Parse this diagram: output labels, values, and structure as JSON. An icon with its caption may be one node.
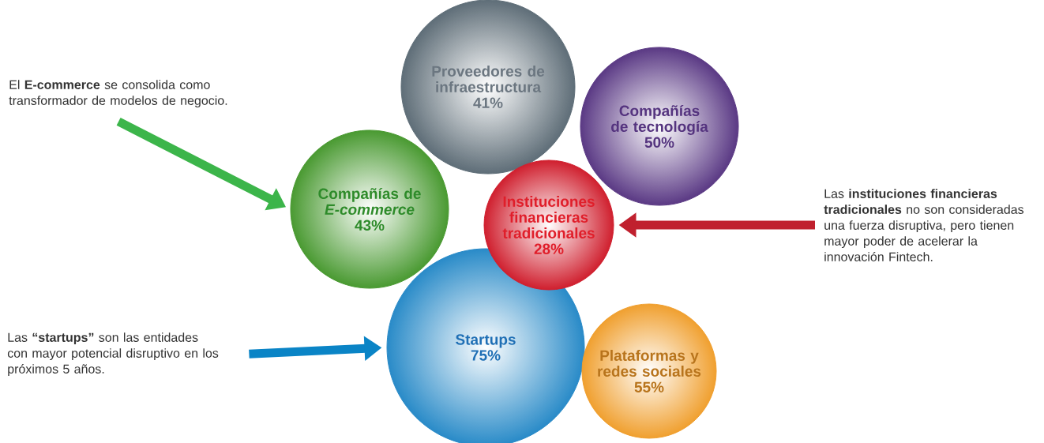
{
  "diagram": {
    "nodes": [
      {
        "text": [
          "El **E-commerce** se consolida como transformador de modelos de negocio."
        ]
      },
      {
        "text": [
          "Proveedores de infraestructura",
          "41%"
        ]
      },
      {
        "text": [
          "Compañías de tecnología",
          "50%"
        ]
      },
      {
        "text": [
          "Compañías de *E-commerce*",
          "43%"
        ]
      },
      {
        "text": [
          "Instituciones financieras tradicionales",
          "28%"
        ]
      },
      {
        "text": [
          "Las **instituciones financieras tradicionales** no son consideradas una fuerza disruptiva, pero tienen mayor poder de acelerar la innovación Fintech."
        ]
      },
      {
        "text": [
          "Las **“startups”** son las entidades con mayor potencial disruptivo en los próximos 5 años."
        ]
      },
      {
        "text": [
          "Startups",
          "75%"
        ]
      },
      {
        "text": [
          "Plataformas y redes sociales",
          "55%"
        ]
      }
    ],
    "edges": [
      {
        "from": 0,
        "to": 3,
        "arrow": "to",
        "color": "#3cb54a"
      },
      {
        "from": 5,
        "to": 4,
        "arrow": "to",
        "color": "#c0202e"
      },
      {
        "from": 6,
        "to": 7,
        "arrow": "to",
        "color": "#0a84c6"
      }
    ]
  }
}
